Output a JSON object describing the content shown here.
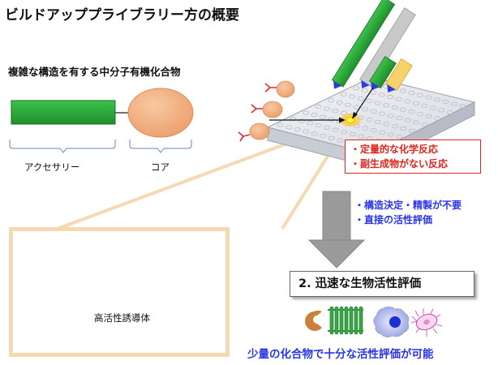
{
  "title": "ビルドアッププライブラリー方の概要",
  "subtitle": "複雑な構造を有する中分子有機化合物",
  "labels": {
    "accessory": "アクセサリー",
    "core": "コア",
    "derivative": "高活性誘導体"
  },
  "features": [
    "・定量的な化学反応",
    "・副生成物がない反応"
  ],
  "benefits": [
    "・構造決定・精製が不要",
    "・直接の活性評価"
  ],
  "step": "2. 迅速な生物活性評価",
  "conclusion": "少量の化合物で十分な活性評価が可能",
  "colors": {
    "accessory": "#27a537",
    "core": "#f1b184",
    "linker": "#e32636",
    "highlight": "#e0251d",
    "emphasis": "#2a35e6",
    "arrow": "#9a9a9a"
  },
  "icons": [
    "plate-icon",
    "cartridge-icon",
    "enzyme-icon",
    "membrane-receptor-icon",
    "cell-icon",
    "bacterium-icon"
  ]
}
